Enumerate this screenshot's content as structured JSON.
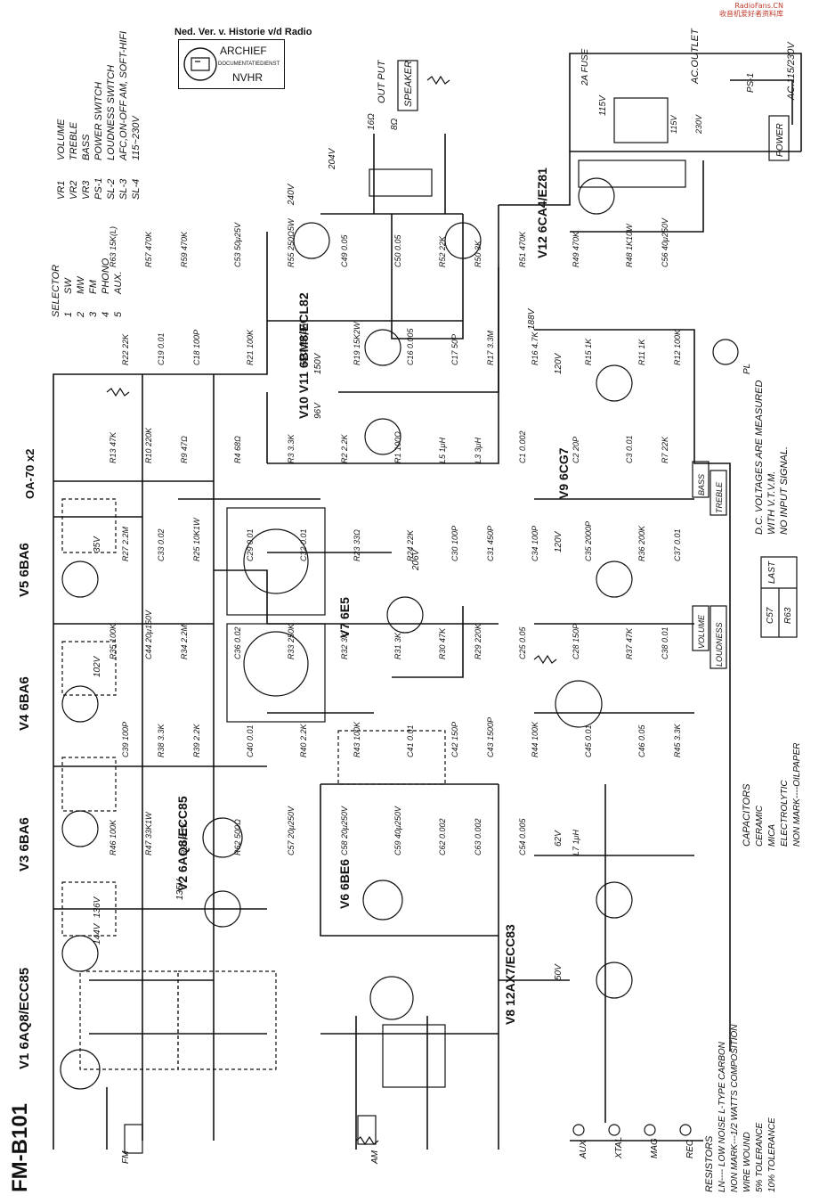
{
  "watermark": {
    "line1": "RadioFans.CN",
    "line2": "收音机爱好者资料库"
  },
  "stamp": {
    "header": "Ned. Ver. v. Historie v/d Radio",
    "title": "ARCHIEF",
    "subtitle": "DOCUMENTATIEDIENST",
    "code": "NVHR"
  },
  "model": "FM-B101",
  "tube_labels": [
    "V1 6AQ8/ECC85",
    "V2 6AQ8/ECC85",
    "V3 6BA6",
    "V4 6BA6",
    "V5 6BA6",
    "V6 6BE6",
    "V7 6E5",
    "V8 12AX7/ECC83",
    "V9 6CG7",
    "V10 V11 6BM8/ECL82",
    "V12 6CA4/EZ81"
  ],
  "diode_label": "OA-70 x2",
  "output": {
    "label": "OUT PUT",
    "speaker": "SPEAKER",
    "taps": [
      "16Ω",
      "8Ω"
    ]
  },
  "ac": {
    "outlet": "AC.OUTLET",
    "mains": "AC.115/230V",
    "fuse": "2A FUSE",
    "power_box": "POWER",
    "ps": "PS-1",
    "v115": "115V",
    "v230": "230V"
  },
  "selector": {
    "title": "SELECTOR",
    "items": [
      [
        "1",
        "SW"
      ],
      [
        "2",
        "MW"
      ],
      [
        "3",
        "FM"
      ],
      [
        "4",
        "PHONO"
      ],
      [
        "5",
        "AUX."
      ]
    ]
  },
  "legend_switches": [
    [
      "VR1",
      "VOLUME"
    ],
    [
      "VR2",
      "TREBLE"
    ],
    [
      "VR3",
      "BASS"
    ],
    [
      "PS-1",
      "POWER SWITCH"
    ],
    [
      "SL-2",
      "LOUDNESS SWITCH"
    ],
    [
      "SL-3",
      "AFC,ON-OFF AM, SOFT-HIFI"
    ],
    [
      "SL-4",
      "115~230V"
    ]
  ],
  "dc_note": [
    "D.C. VOLTAGES ARE MEASURED",
    "WITH V.T.V.M.",
    "NO INPUT SIGNAL."
  ],
  "last_table": {
    "title": "LAST",
    "cols": [
      "C57",
      "R63"
    ]
  },
  "control_boxes": [
    "BASS",
    "TREBLE",
    "VOLUME",
    "LOUDNESS"
  ],
  "inputs": [
    "AUX",
    "XTAL",
    "MAG",
    "REC"
  ],
  "antenna": [
    "FM",
    "AM"
  ],
  "pilot": "PL",
  "resistors_note": {
    "title": "RESISTORS",
    "lines": [
      "LN---- LOW NOISE L-TYPE CARBON",
      "NON MARK---1/2 WATTS COMPOSITION",
      "WIRE WOUND",
      "5% TOLERANCE",
      "10% TOLERANCE"
    ]
  },
  "capacitors_note": {
    "title": "CAPACITORS",
    "lines": [
      "CERAMIC",
      "MICA",
      "ELECTROLYTIC",
      "NON MARK----OILPAPER"
    ]
  },
  "voltages": [
    "240V",
    "204V",
    "150V",
    "96V",
    "188V",
    "120V",
    "120V",
    "35V",
    "102V",
    "136V",
    "144V",
    "62V",
    "50V",
    "206V",
    "135V",
    "115V"
  ],
  "parts": [
    "R63 15K(L)",
    "R57 470K",
    "R59 470K",
    "C53 50μ25V",
    "R55 250Ω5W",
    "C49 0.05",
    "C50 0.05",
    "R52 22K",
    "R50 3K",
    "R51 470K",
    "R49 470K",
    "R48 1K10W",
    "C56 40μ250V",
    "R22 22K",
    "C19 0.01",
    "C18 100P",
    "R21 100K",
    "R20 15K2W",
    "R19 15K2W",
    "C16 0.005",
    "C17 50P",
    "R17 3.3M",
    "R16 4.7K",
    "R15 1K",
    "R11 1K",
    "R12 100K",
    "R13 47K",
    "R10 220K",
    "R9 47Ω",
    "R4 68Ω",
    "R3 3.3K",
    "R2 2.2K",
    "R1 100Ω",
    "L5 1μH",
    "L3 3μH",
    "C1 0.002",
    "C2 20P",
    "C3 0.01",
    "R7 22K",
    "R27 2.2M",
    "C33 0.02",
    "R25 10K1W",
    "C29 0.01",
    "C32 0.01",
    "R23 33Ω",
    "R24 22K",
    "C30 100P",
    "C31 450P",
    "C34 100P",
    "C35 2000P",
    "R36 200K",
    "C37 0.01",
    "R35 100K",
    "C44 20μ150V",
    "R34 2.2M",
    "C36 0.02",
    "R33 250K",
    "R32 3K",
    "R31 3K",
    "R30 47K",
    "R29 220K",
    "C25 0.05",
    "C28 150P",
    "R37 47K",
    "C38 0.01",
    "C39 100P",
    "R38 3.3K",
    "R39 2.2K",
    "C40 0.01",
    "R40 2.2K",
    "R43 100K",
    "C41 0.01",
    "C42 150P",
    "C43 1500P",
    "R44 100K",
    "C45 0.01",
    "C46 0.05",
    "R45 3.3K",
    "R46 100K",
    "R47 33K1W",
    "R61 4.7K",
    "R62 500Ω",
    "C57 20μ250V",
    "C58 20μ250V",
    "C59 40μ250V",
    "C62 0.002",
    "C63 0.002",
    "C54 0.005",
    "L7 1μH"
  ]
}
